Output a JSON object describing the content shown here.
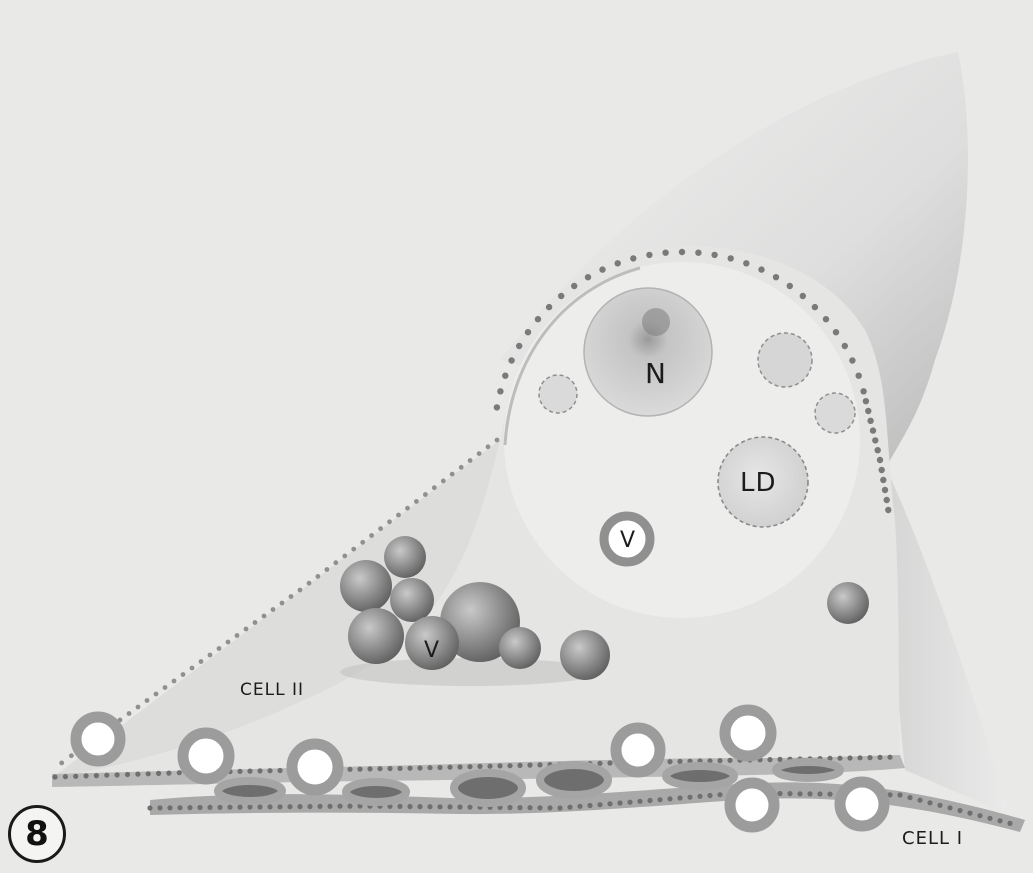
{
  "figure": {
    "number": "8",
    "labels": {
      "nucleus": "N",
      "lipid_droplet": "LD",
      "vesicle_inner": "V",
      "vesicle_cluster": "V",
      "cell_type_2": "CELL II",
      "cell_type_1": "CELL I"
    }
  }
}
